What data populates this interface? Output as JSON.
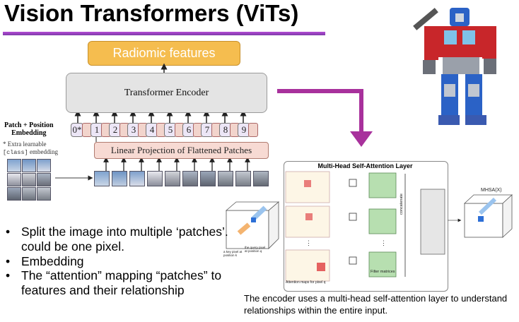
{
  "slide": {
    "title": "Vision Transformers (ViTs)"
  },
  "vit_diagram": {
    "output_label": "Radiomic features",
    "encoder_label": "Transformer Encoder",
    "projection_label": "Linear Projection of Flattened Patches",
    "patch_position_label_line1": "Patch + Position",
    "patch_position_label_line2": "Embedding",
    "extra_note_line1": "* Extra learnable",
    "extra_note_class": "[class]",
    "extra_note_line2_rest": " embedding",
    "tokens": [
      "0*",
      "1",
      "2",
      "3",
      "4",
      "5",
      "6",
      "7",
      "8",
      "9"
    ]
  },
  "bullets": [
    "Split the image into multiple ‘patches’. could be one pixel.",
    "Embedding",
    "The “attention” mapping “patches” to features and their relationship"
  ],
  "mhsa_figure": {
    "title": "Multi-Head Self-Attention Layer",
    "filter_label": "Filter matrices",
    "attention_maps_label": "Attention maps for pixel q",
    "concatenate_label": "concatenate",
    "output_label": "MHSA(X)",
    "key_pixel_label": "a key pixel at position k",
    "query_pixel_label": "the query pixel at position q"
  },
  "caption": "The encoder uses a multi-head self-attention layer to understand relationships within the entire input.",
  "robot": {
    "icon": "robot-illustration"
  },
  "colors": {
    "accent_purple": "#9b3dc4",
    "output_box": "#f5bd4f",
    "projection_box": "#f7dad3",
    "arrow_purple": "#a8319c"
  }
}
